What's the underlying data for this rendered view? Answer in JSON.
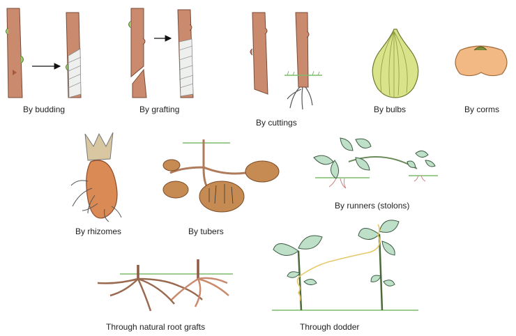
{
  "captions": {
    "budding": "By budding",
    "grafting": "By grafting",
    "cuttings": "By cuttings",
    "bulbs": "By bulbs",
    "corms": "By corms",
    "rhizomes": "By rhizomes",
    "tubers": "By tubers",
    "runners": "By runners (stolons)",
    "root_grafts": "Through natural root grafts",
    "dodder": "Through dodder"
  },
  "colors": {
    "stem": "#c98a6d",
    "stem_dark": "#8e5a44",
    "bud": "#9cc96a",
    "bulb": "#d9e38a",
    "corm": "#f2b985",
    "tuber": "#c68b52",
    "leaf": "#bfe0c8",
    "grass": "#7dbb6a"
  }
}
